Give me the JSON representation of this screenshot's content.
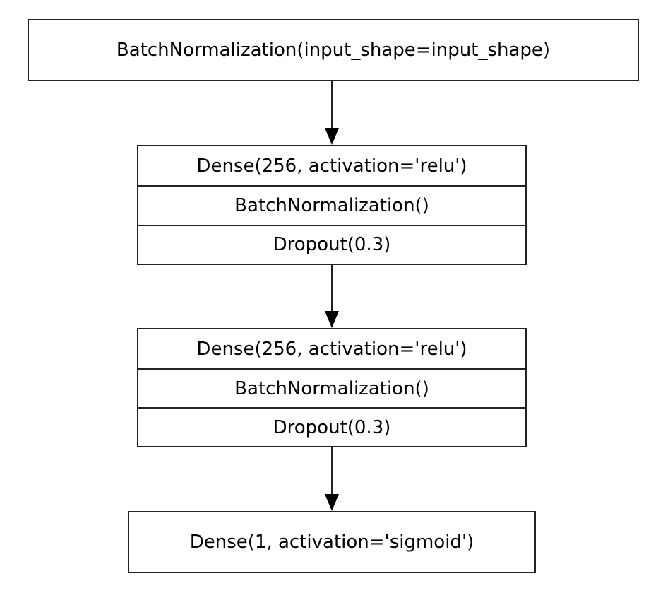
{
  "diagram": {
    "nodes": [
      {
        "id": "node-0",
        "rows": [
          "BatchNormalization(input_shape=input_shape)"
        ]
      },
      {
        "id": "node-1",
        "rows": [
          "Dense(256, activation='relu')",
          "BatchNormalization()",
          "Dropout(0.3)"
        ]
      },
      {
        "id": "node-2",
        "rows": [
          "Dense(256, activation='relu')",
          "BatchNormalization()",
          "Dropout(0.3)"
        ]
      },
      {
        "id": "node-3",
        "rows": [
          "Dense(1, activation='sigmoid')"
        ]
      }
    ],
    "edges": [
      {
        "from": "node-0",
        "to": "node-1"
      },
      {
        "from": "node-1",
        "to": "node-2"
      },
      {
        "from": "node-2",
        "to": "node-3"
      }
    ],
    "colors": {
      "stroke": "#222222",
      "background": "#ffffff",
      "text": "#000000"
    }
  }
}
